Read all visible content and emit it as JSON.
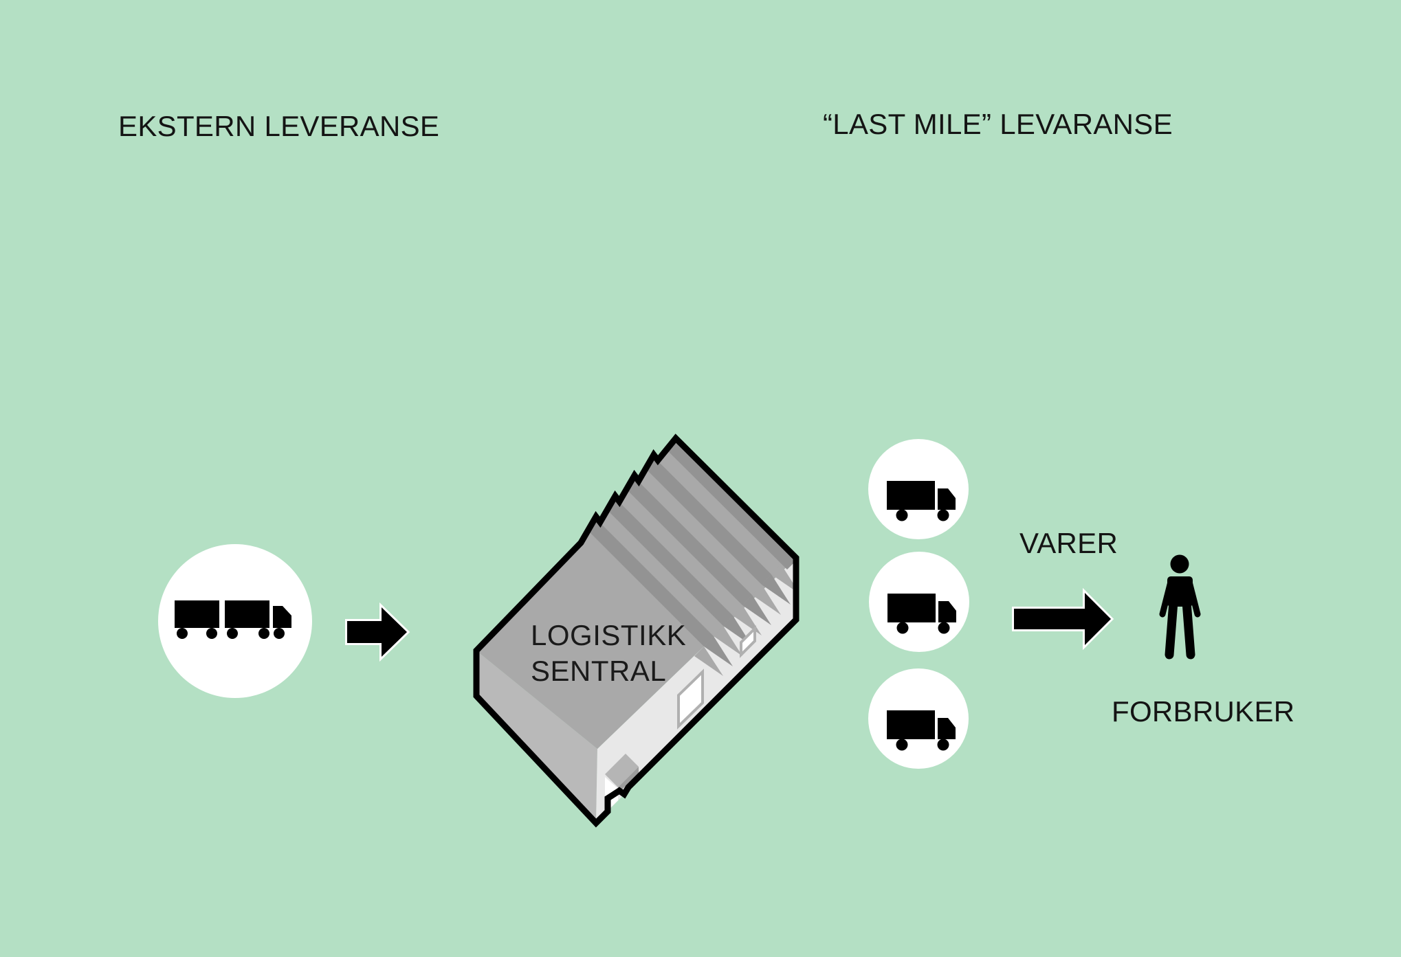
{
  "scene": {
    "background_color": "#b4e0c4",
    "sections": {
      "left_title": "EKSTERN LEVERANSE",
      "right_title": "“LAST MILE” LEVARANSE"
    },
    "warehouse": {
      "label_line1": "LOGISTIKK",
      "label_line2": "SENTRAL"
    },
    "flow": {
      "goods_label": "VARER",
      "consumer_label": "FORBRUKER"
    },
    "icons": {
      "external_delivery": "semi-trailer-truck-icon",
      "inbound_arrow": "arrow-right-icon",
      "central": "warehouse-building-icon",
      "last_mile_fleet": [
        "delivery-truck-icon",
        "delivery-truck-icon",
        "delivery-truck-icon"
      ],
      "goods_arrow": "arrow-right-icon",
      "consumer": "person-icon"
    },
    "colors": {
      "icon_black": "#000000",
      "circle_white": "#ffffff",
      "roof_light": "#a9a9a9",
      "roof_dark": "#939393",
      "wall_left": "#b9b9b9",
      "wall_right": "#e8e8e8",
      "canopy": "#b5b5b5",
      "window_frame": "#b0b0b0",
      "outline": "#000000",
      "text": "#141414"
    }
  }
}
